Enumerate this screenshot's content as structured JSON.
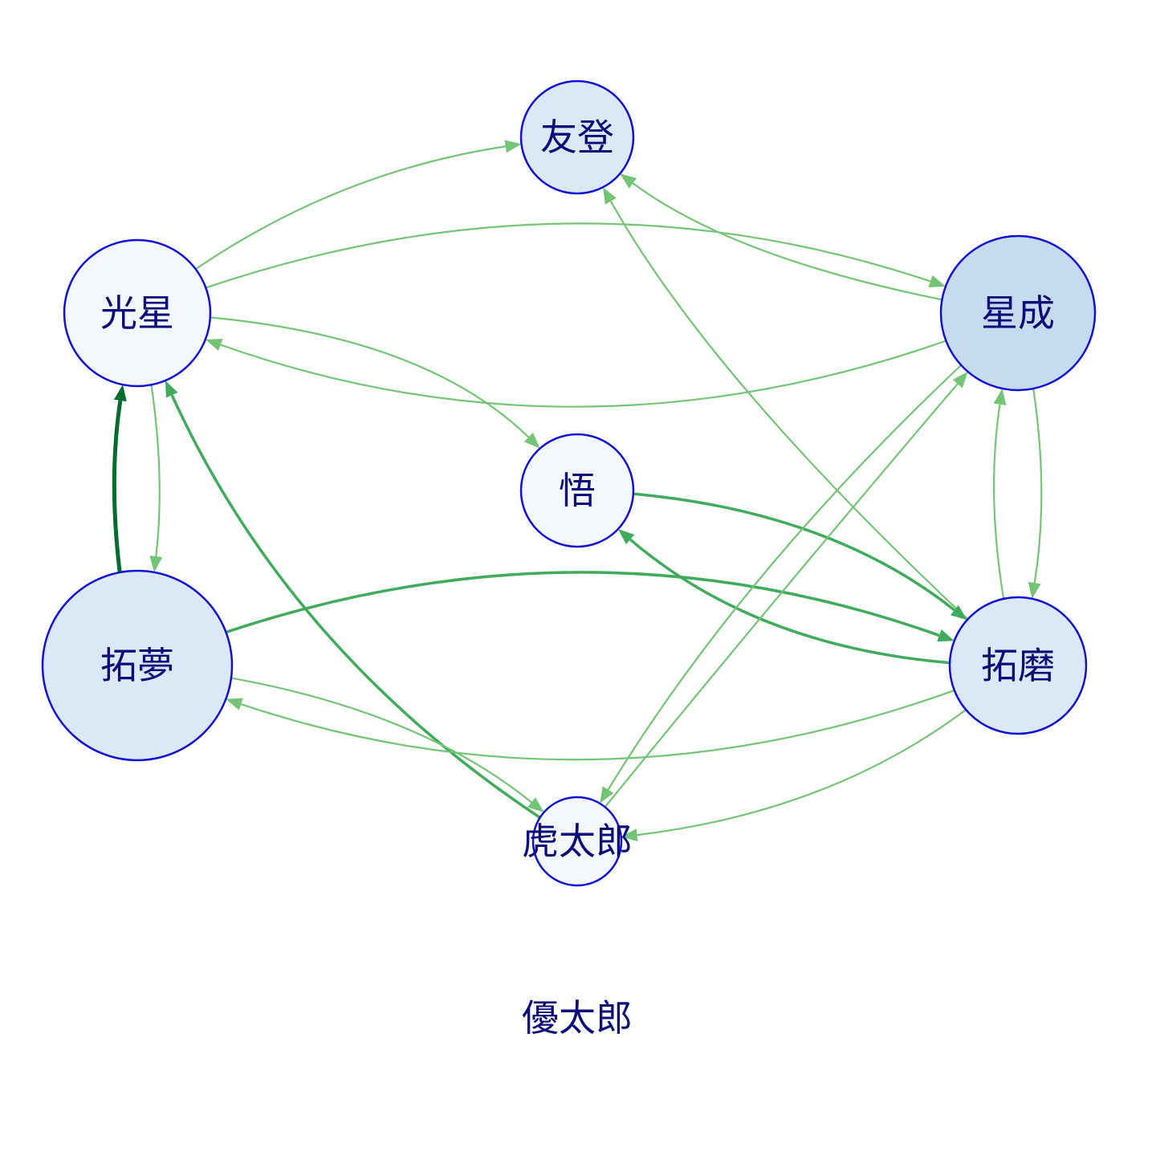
{
  "nodes": [
    {
      "id": "tomo",
      "label": "友登",
      "fill": "#dde8f6"
    },
    {
      "id": "kosei",
      "label": "光星",
      "fill": "#f4f8fd"
    },
    {
      "id": "seina",
      "label": "星成",
      "fill": "#c7dbf0"
    },
    {
      "id": "satoru",
      "label": "悟",
      "fill": "#f4f8fd"
    },
    {
      "id": "takumu",
      "label": "拓夢",
      "fill": "#dde8f6"
    },
    {
      "id": "takuma",
      "label": "拓磨",
      "fill": "#dde8f6"
    },
    {
      "id": "kotaro",
      "label": "虎太郎",
      "fill": "#f4f8fd"
    },
    {
      "id": "yutaro",
      "label": "優太郎",
      "fill": "none"
    }
  ],
  "edges": [
    {
      "from": "kosei",
      "to": "tomo",
      "weight": 1
    },
    {
      "from": "kosei",
      "to": "seina",
      "weight": 1
    },
    {
      "from": "seina",
      "to": "kosei",
      "weight": 1
    },
    {
      "from": "seina",
      "to": "tomo",
      "weight": 1
    },
    {
      "from": "takuma",
      "to": "tomo",
      "weight": 1
    },
    {
      "from": "kosei",
      "to": "satoru",
      "weight": 1
    },
    {
      "from": "kosei",
      "to": "takumu",
      "weight": 1
    },
    {
      "from": "takumu",
      "to": "kosei",
      "weight": 3
    },
    {
      "from": "kotaro",
      "to": "kosei",
      "weight": 2
    },
    {
      "from": "satoru",
      "to": "takuma",
      "weight": 2
    },
    {
      "from": "takuma",
      "to": "satoru",
      "weight": 2
    },
    {
      "from": "takumu",
      "to": "takuma",
      "weight": 2
    },
    {
      "from": "takuma",
      "to": "takumu",
      "weight": 1
    },
    {
      "from": "takumu",
      "to": "kotaro",
      "weight": 1
    },
    {
      "from": "seina",
      "to": "kotaro",
      "weight": 1
    },
    {
      "from": "kotaro",
      "to": "seina",
      "weight": 1
    },
    {
      "from": "takuma",
      "to": "kotaro",
      "weight": 1
    },
    {
      "from": "seina",
      "to": "takuma",
      "weight": 1
    },
    {
      "from": "takuma",
      "to": "seina",
      "weight": 1
    }
  ],
  "edge_colors": {
    "1": "#74c476",
    "2": "#41ab5d",
    "3": "#006d2c"
  },
  "node_stroke": "#1010d8",
  "label_color": "#0b0b7a"
}
